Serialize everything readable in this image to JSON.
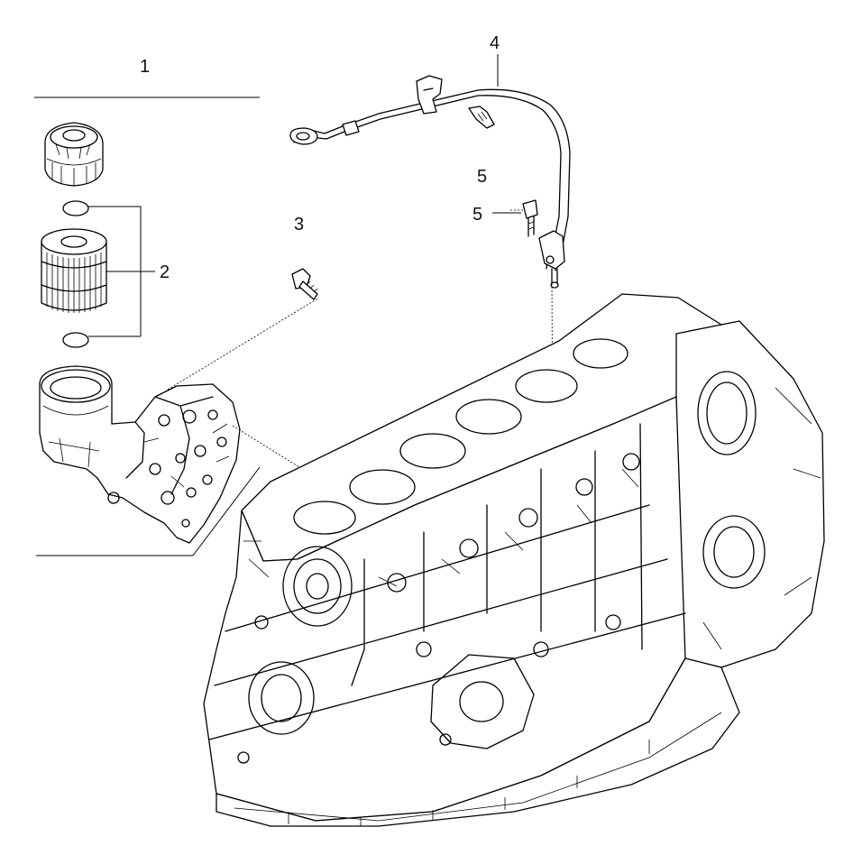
{
  "callouts": {
    "c1": "1",
    "c2": "2",
    "c3": "3",
    "c4": "4",
    "c5a": "5",
    "c5b": "5"
  }
}
